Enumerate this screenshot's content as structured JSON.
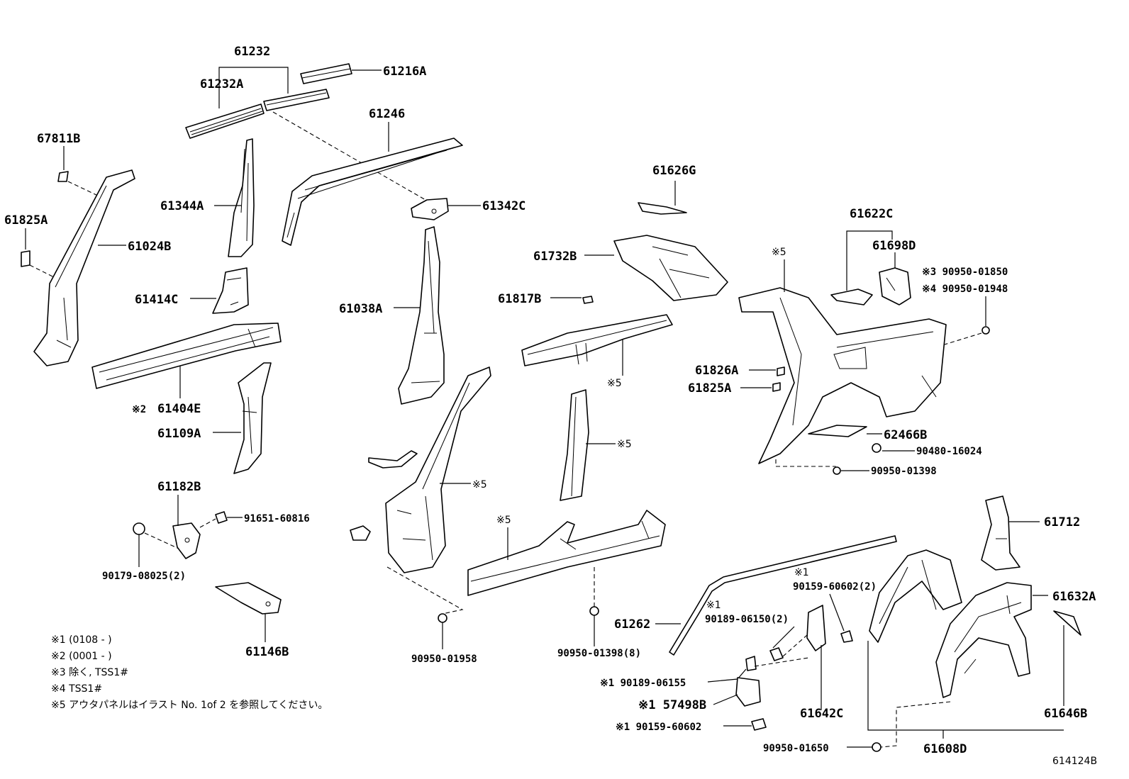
{
  "diagram_id": "614124B",
  "labels": {
    "l61232": "61232",
    "l61232A": "61232A",
    "l61216A": "61216A",
    "l61246": "61246",
    "l67811B": "67811B",
    "l61825A_left": "61825A",
    "l61024B": "61024B",
    "l61344A": "61344A",
    "l61342C": "61342C",
    "l61414C": "61414C",
    "l61038A": "61038A",
    "l61404E_mark": "※2",
    "l61404E": "61404E",
    "l61109A": "61109A",
    "l61182B": "61182B",
    "l91651": "91651-60816",
    "l90179": "90179-08025(2)",
    "l61146B": "61146B",
    "l61626G": "61626G",
    "l61732B": "61732B",
    "l61817B": "61817B",
    "l_x5_sill_upper": "※5",
    "l61622C": "61622C",
    "l61698D": "61698D",
    "l_x5_quarter": "※5",
    "l_x3": "※3 90950-01850",
    "l_x4": "※4 90950-01948",
    "l61826A": "61826A",
    "l61825A_right": "61825A",
    "l62466B": "62466B",
    "l90480": "90480-16024",
    "l90950_01398": "90950-01398",
    "l_x5_center": "※5",
    "l_x5_pillar": "※5",
    "l_x5_rocker": "※5",
    "l61712": "61712",
    "l61632A": "61632A",
    "l_x1_top": "※1",
    "l90159_2": "90159-60602(2)",
    "l_x1_mid": "※1",
    "l90189_06150": "90189-06150(2)",
    "l61262": "61262",
    "l90950_01958": "90950-01958",
    "l90950_01398_8": "90950-01398(8)",
    "l90189_06155": "※1 90189-06155",
    "l57498B": "※1 57498B",
    "l90159_60602": "※1 90159-60602",
    "l61642C": "61642C",
    "l61646B": "61646B",
    "l90950_01650": "90950-01650",
    "l61608D": "61608D"
  },
  "notes": [
    "※1 (0108 -     )",
    "※2 (0001 -     )",
    "※3 除く, TSS1#",
    "※4 TSS1#",
    "※5 アウタパネルはイラスト No. 1of 2 を参照してください。"
  ]
}
